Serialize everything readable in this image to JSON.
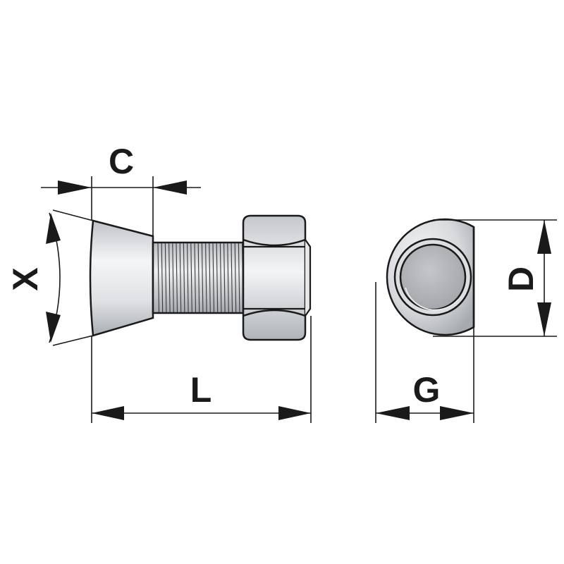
{
  "labels": {
    "c": "C",
    "x": "X",
    "l": "L",
    "d": "D",
    "g": "G"
  },
  "colors": {
    "outline": "#1a1a1a",
    "metal_light": "#f2f3f5",
    "metal_mid": "#c9ccd1",
    "metal_dark": "#9a9ea4",
    "bore": "#b5b8bc"
  },
  "icons": {
    "side_view": "plough-bolt-with-nut-side-view",
    "end_view": "nut-end-view"
  }
}
